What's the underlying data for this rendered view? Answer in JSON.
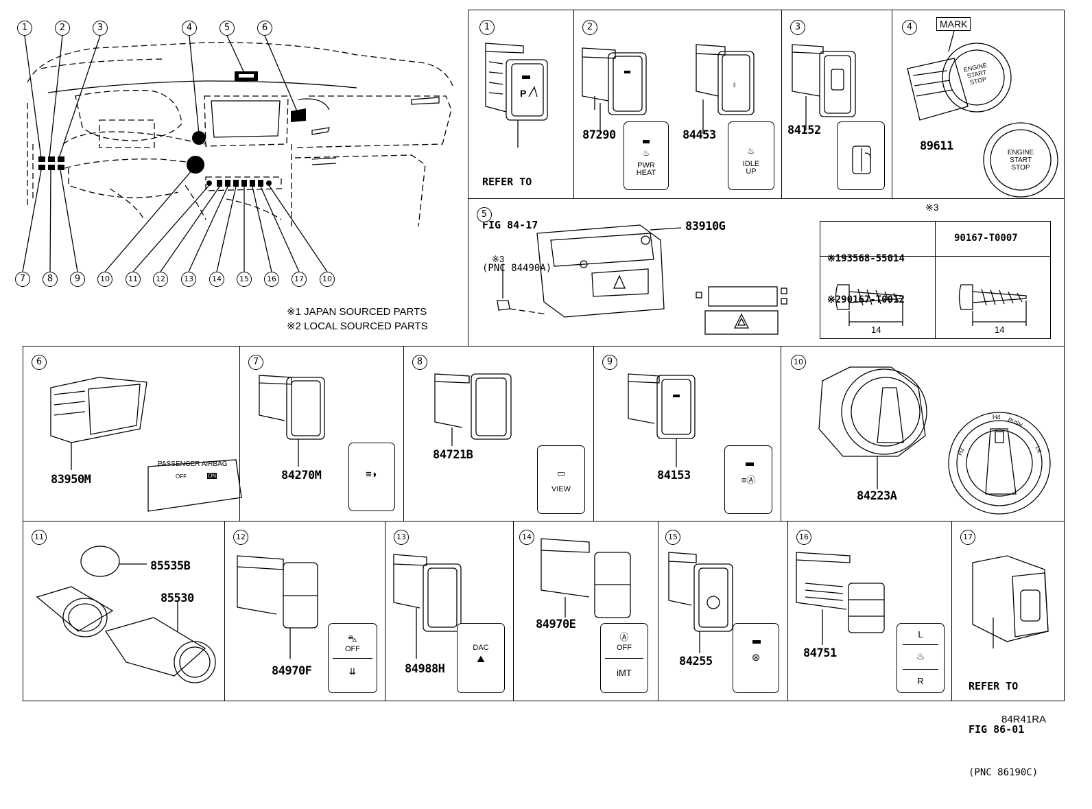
{
  "overview": {
    "top_callouts": [
      "1",
      "2",
      "3",
      "4",
      "5",
      "6"
    ],
    "bottom_callouts": [
      "7",
      "8",
      "9",
      "10",
      "11",
      "12",
      "13",
      "14",
      "15",
      "16",
      "17",
      "10"
    ],
    "notes": [
      "※1 JAPAN SOURCED PARTS",
      "※2 LOCAL SOURCED PARTS"
    ]
  },
  "panels": {
    "p1": {
      "num": "1",
      "ref_lines": [
        "REFER TO",
        "FIG 84-17",
        "(PNC 84490A)"
      ]
    },
    "p2": {
      "num": "2",
      "part_a": "87290",
      "part_b": "84453",
      "switch_a": [
        "PWR",
        "HEAT"
      ],
      "switch_b": [
        "IDLE",
        "UP"
      ]
    },
    "p3": {
      "num": "3",
      "part": "84152"
    },
    "p4": {
      "num": "4",
      "mark": "MARK",
      "part": "89611",
      "button_lines": [
        "ENGINE",
        "START",
        "STOP"
      ]
    },
    "p5": {
      "num": "5",
      "part": "83910G",
      "note_mark": "※3",
      "screw_header": "※3",
      "screw_a": [
        "※193568-55014",
        "※290167-T0012"
      ],
      "screw_b": "90167-T0007",
      "dim_a": "14",
      "dim_b": "14"
    },
    "p6": {
      "num": "6",
      "part": "83950M",
      "label": "PASSENGER AIRBAG",
      "off": "OFF",
      "on": "ON"
    },
    "p7": {
      "num": "7",
      "part": "84270M"
    },
    "p8": {
      "num": "8",
      "part": "84721B",
      "view": "VIEW"
    },
    "p9": {
      "num": "9",
      "part": "84153"
    },
    "p10": {
      "num": "10",
      "part": "84223A",
      "knob": [
        "H2",
        "H4",
        "PUSH",
        "L4"
      ]
    },
    "p11": {
      "num": "11",
      "part_a": "85535B",
      "part_b": "85530"
    },
    "p12": {
      "num": "12",
      "part": "84970F",
      "off": "OFF"
    },
    "p13": {
      "num": "13",
      "part": "84988H",
      "dac": "DAC"
    },
    "p14": {
      "num": "14",
      "part": "84970E",
      "off": "OFF",
      "imt": "iMT"
    },
    "p15": {
      "num": "15",
      "part": "84255"
    },
    "p16": {
      "num": "16",
      "part": "84751",
      "l": "L",
      "r": "R"
    },
    "p17": {
      "num": "17",
      "ref_lines": [
        "REFER TO",
        "FIG 86-01",
        "(PNC 86190C)"
      ]
    }
  },
  "figure_code": "84R41RA"
}
